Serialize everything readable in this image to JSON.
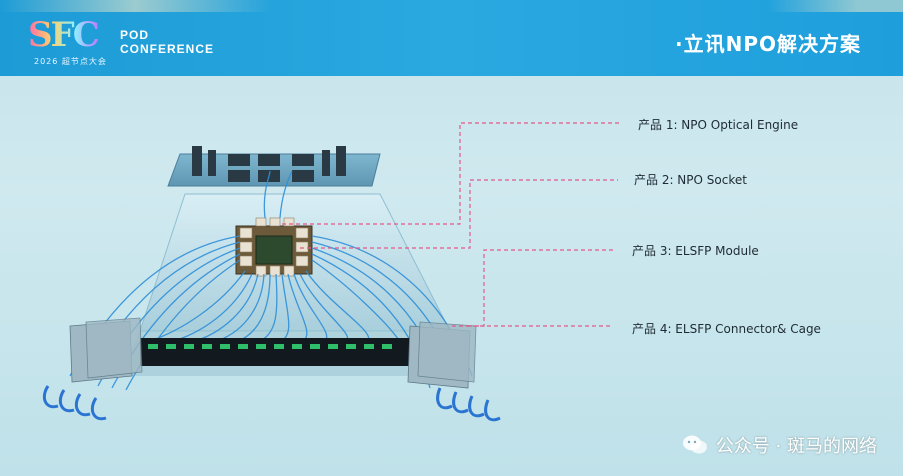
{
  "header": {
    "logo_mark": "SFC",
    "logo_subtext": "2026 超节点大会",
    "logo_pod": "POD",
    "logo_conference": "CONFERENCE",
    "slide_title": "·立讯NPO解决方案"
  },
  "products": [
    {
      "label": "产品 1: NPO Optical Engine"
    },
    {
      "label": "产品 2:  NPO Socket"
    },
    {
      "label": "产品 3: ELSFP Module"
    },
    {
      "label": "产品 4: ELSFP Connector& Cage"
    }
  ],
  "watermark": {
    "text": "公众号 · 斑马的网络",
    "icon": "wechat-icon"
  },
  "colors": {
    "header_blue": "#1d9bd6",
    "callout_pink": "#e35a8a",
    "fiber_blue": "#2f8fd8",
    "connector_green": "#2fbf6a"
  }
}
